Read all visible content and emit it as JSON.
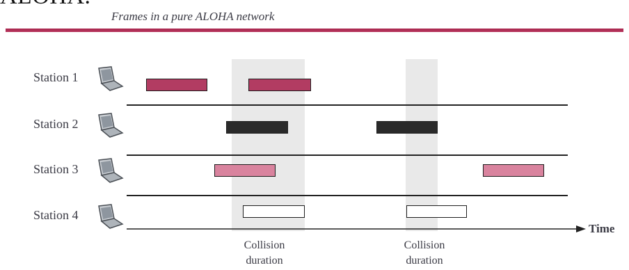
{
  "page_heading": "ALOHA.",
  "caption": "Frames in a pure ALOHA network",
  "colors": {
    "rule": "#b23060",
    "station_1_frame": "#b23c62",
    "station_2_frame": "#2a2a2a",
    "station_3_frame": "#d9839e",
    "station_4_frame": "#ffffff",
    "collision_shade": "#e2e2e2"
  },
  "icons": {
    "station": "laptop-icon",
    "axis": "arrow-right-icon"
  },
  "stations": [
    {
      "label": "Station 1"
    },
    {
      "label": "Station 2"
    },
    {
      "label": "Station 3"
    },
    {
      "label": "Station 4"
    }
  ],
  "axis": {
    "label": "Time"
  },
  "collisions": [
    {
      "line1": "Collision",
      "line2": "duration"
    },
    {
      "line1": "Collision",
      "line2": "duration"
    }
  ]
}
